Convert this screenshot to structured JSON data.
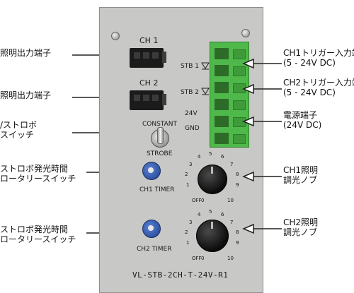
{
  "left_labels": [
    {
      "id": "ch1-out",
      "lines": [
        "照明出力端子"
      ]
    },
    {
      "id": "ch2-out",
      "lines": [
        "照明出力端子"
      ]
    },
    {
      "id": "mode-switch",
      "lines": [
        "/ストロボ",
        "スイッチ"
      ]
    },
    {
      "id": "ch1-timer",
      "lines": [
        "ストロボ発光時間",
        "ロータリースイッチ"
      ]
    },
    {
      "id": "ch2-timer",
      "lines": [
        "ストロボ発光時間",
        "ロータリースイッチ"
      ]
    }
  ],
  "right_labels": [
    {
      "id": "ch1-trig",
      "lines": [
        "CH1トリガー入力端",
        "(5 - 24V DC)"
      ]
    },
    {
      "id": "ch2-trig",
      "lines": [
        "CH2トリガー入力端",
        "(5 - 24V DC)"
      ]
    },
    {
      "id": "power",
      "lines": [
        "電源端子",
        "(24V DC)"
      ]
    },
    {
      "id": "ch1-dim",
      "lines": [
        "CH1照明",
        "調光ノブ"
      ]
    },
    {
      "id": "ch2-dim",
      "lines": [
        "CH2照明",
        "調光ノブ"
      ]
    }
  ],
  "panel": {
    "ch1": "CH 1",
    "ch2": "CH 2",
    "stb1": "STB 1",
    "stb2": "STB 2",
    "v24": "24V",
    "gnd": "GND",
    "constant": "CONSTANT",
    "strobe": "STROBE",
    "ch1_timer": "CH1 TIMER",
    "ch2_timer": "CH2 TIMER",
    "model": "VL-STB-2CH-T-24V-R1",
    "dial_numbers": [
      "0",
      "1",
      "2",
      "3",
      "4",
      "5",
      "6",
      "7",
      "8",
      "9",
      "10"
    ],
    "off": "OFF"
  },
  "colors": {
    "panel": "#c8c9c6",
    "terminal": "#4fb84a",
    "connector": "#1b1b1b",
    "knob": "#151515",
    "rotary": "#2a52b0"
  }
}
